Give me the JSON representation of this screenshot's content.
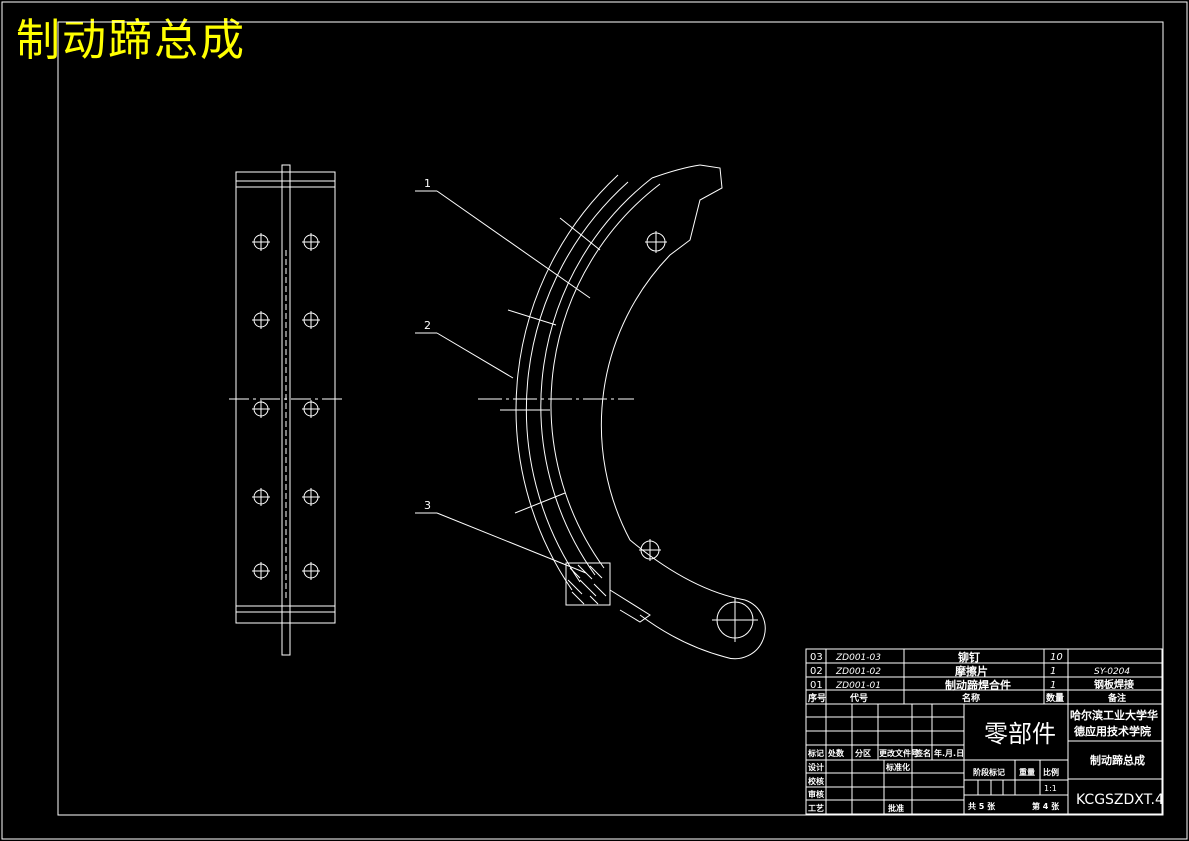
{
  "title": "制动蹄总成",
  "callouts": [
    "1",
    "2",
    "3"
  ],
  "bom": {
    "rows": [
      {
        "seq": "03",
        "code": "ZD001-03",
        "name": "铆钉",
        "qty": "10",
        "material": ""
      },
      {
        "seq": "02",
        "code": "ZD001-02",
        "name": "摩擦片",
        "qty": "1",
        "material": "SY-0204"
      },
      {
        "seq": "01",
        "code": "ZD001-01",
        "name": "制动蹄焊合件",
        "qty": "1",
        "material": "钢板焊接"
      }
    ],
    "header": {
      "seq": "序号",
      "code": "代号",
      "name": "名称",
      "qty": "数量",
      "material": "备注"
    }
  },
  "titleblock": {
    "part_type": "零部件",
    "school_line1": "哈尔滨工业大学华",
    "school_line2": "德应用技术学院",
    "drawing_name": "制动蹄总成",
    "drawing_no": "KCGSZDXT.4",
    "rev_headers": [
      "标记",
      "处数",
      "分区",
      "更改文件号",
      "签名",
      "年.月.日"
    ],
    "roles": [
      "设计",
      "校核",
      "审核",
      "工艺"
    ],
    "role_extra": [
      "标准化",
      "批准"
    ],
    "stage_label": "阶段标记",
    "weight_label": "重量",
    "scale_label": "比例",
    "scale": "1:1",
    "sheets_total": "共 5 张",
    "sheet_no": "第 4 张"
  }
}
